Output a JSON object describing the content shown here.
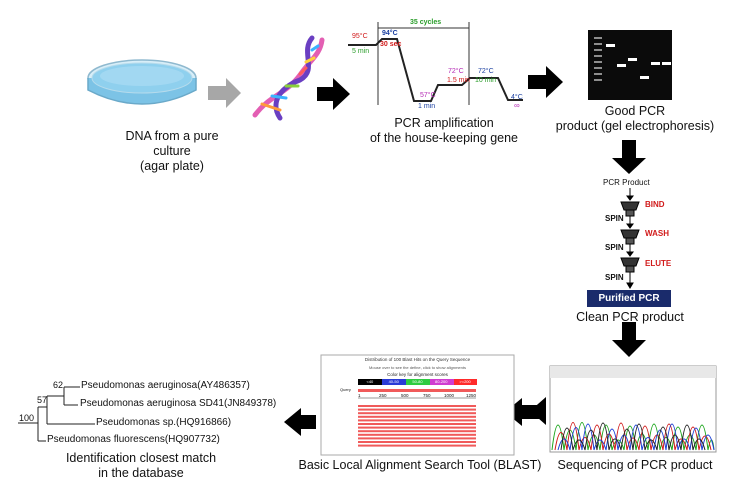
{
  "steps": {
    "culture": {
      "line1": "DNA from a pure culture",
      "line2": "(agar plate)"
    },
    "pcr": {
      "line1": "PCR amplification",
      "line2": "of the house-keeping gene",
      "cycles": "35 cycles",
      "t1": "95°C",
      "d1": "5 min",
      "t2": "94°C",
      "d2": "30 sec",
      "t3": "57°C",
      "d3": "1 min",
      "t4": "72°C",
      "d4": "1.5 min",
      "t5": "72°C",
      "d5": "10 min",
      "t6": "4°C",
      "d6": "∞"
    },
    "gel": {
      "line1": "Good PCR",
      "line2": "product (gel electrophoresis)"
    },
    "purify": {
      "header": "PCR Product",
      "bind": "BIND",
      "wash": "WASH",
      "elute": "ELUTE",
      "spin": "SPIN",
      "box": "Purified PCR",
      "caption": "Clean PCR product"
    },
    "sequencing": {
      "caption": "Sequencing of PCR product"
    },
    "blast": {
      "title": "Distribution of 100 Blast Hits on the Query Sequence",
      "subtitle": "Mouse over to see the define, click to show alignments",
      "legend_title": "Color key for alignment scores",
      "legend_bins": [
        "<40",
        "40-50",
        "50-80",
        "80-200",
        ">=200"
      ],
      "query_label": "Query",
      "ticks": [
        "1",
        "250",
        "500",
        "750",
        "1000",
        "1250"
      ],
      "caption": "Basic Local Alignment Search Tool (BLAST)"
    },
    "tree": {
      "taxa": [
        "Pseudomonas aeruginosa(AY486357)",
        "Pseudomonas aeruginosa SD41(JN849378)",
        "Pseudomonas sp.(HQ916866)",
        "Pseudomonas fluorescens(HQ907732)"
      ],
      "bootstrap": [
        "62",
        "57",
        "100"
      ],
      "caption_line1": "Identification closest match",
      "caption_line2": "in the database"
    }
  },
  "colors": {
    "arrow": "#000000",
    "gray_arrow": "#9e9e9e",
    "purified_box": "#1a2b6b",
    "blast_hit": "#f05a5a",
    "legend": [
      "#000000",
      "#2a3bd6",
      "#2ecc40",
      "#d03cd0",
      "#ff2a2a"
    ],
    "pcr_red": "#d11a1a",
    "pcr_green": "#2a9d2a",
    "pcr_blue": "#1a3fa0",
    "pcr_magenta": "#b52ab5"
  }
}
